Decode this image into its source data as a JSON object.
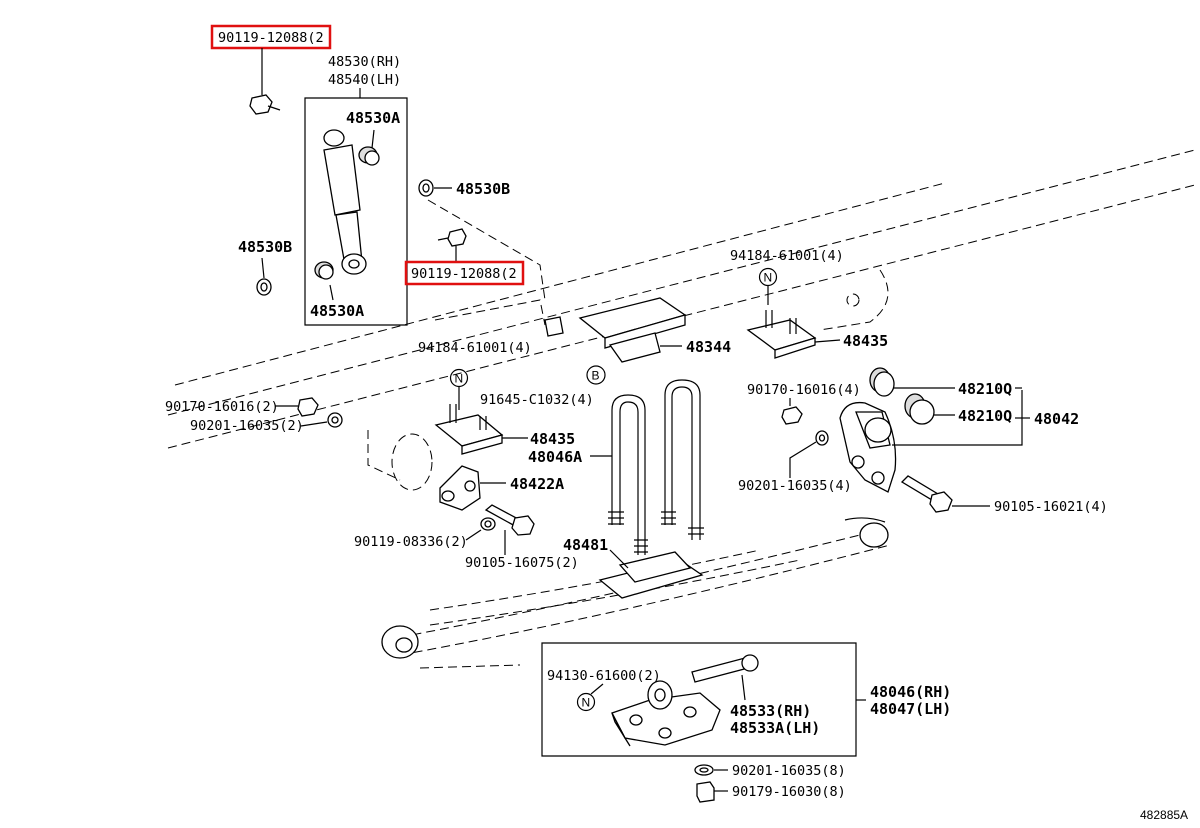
{
  "diagram_code": "482885A",
  "highlight_color": "#e01010",
  "labels": {
    "bolt_top": "90119-12088(2",
    "shock_rh": "48530(RH)",
    "shock_lh": "48540(LH)",
    "bushing_a_top": "48530A",
    "bushing_b_left": "48530B",
    "bushing_a_bottom": "48530A",
    "bushing_b_right": "48530B",
    "bolt_mid": "90119-12088(2",
    "nut_top_right": "94184-61001(4)",
    "bracket_48344": "48344",
    "seat_right": "48435",
    "nut_left": "94184-61001(4)",
    "circle_b": "B",
    "bolt_91645": "91645-C1032(4)",
    "nut_90170_left": "90170-16016(2)",
    "washer_90201_left": "90201-16035(2)",
    "seat_left": "48435",
    "ubolt": "48046A",
    "bumper": "48422A",
    "bolt_90119_08336": "90119-08336(2)",
    "bolt_90105_16075": "90105-16075(2)",
    "pad_48481": "48481",
    "nut_90170_right": "90170-16016(4)",
    "bushing_48210_top": "48210Q",
    "bushing_48210_bottom": "48210Q",
    "shackle_48042": "48042",
    "washer_90201_right": "90201-16035(4)",
    "bolt_90105_16021": "90105-16021(4)",
    "nut_94130": "94130-61600(2)",
    "spring_rh": "48046(RH)",
    "spring_lh": "48047(LH)",
    "pin_rh": "48533(RH)",
    "pin_lh": "48533A(LH)",
    "washer_bottom": "90201-16035(8)",
    "nut_bottom": "90179-16030(8)",
    "circle_n": "N"
  }
}
